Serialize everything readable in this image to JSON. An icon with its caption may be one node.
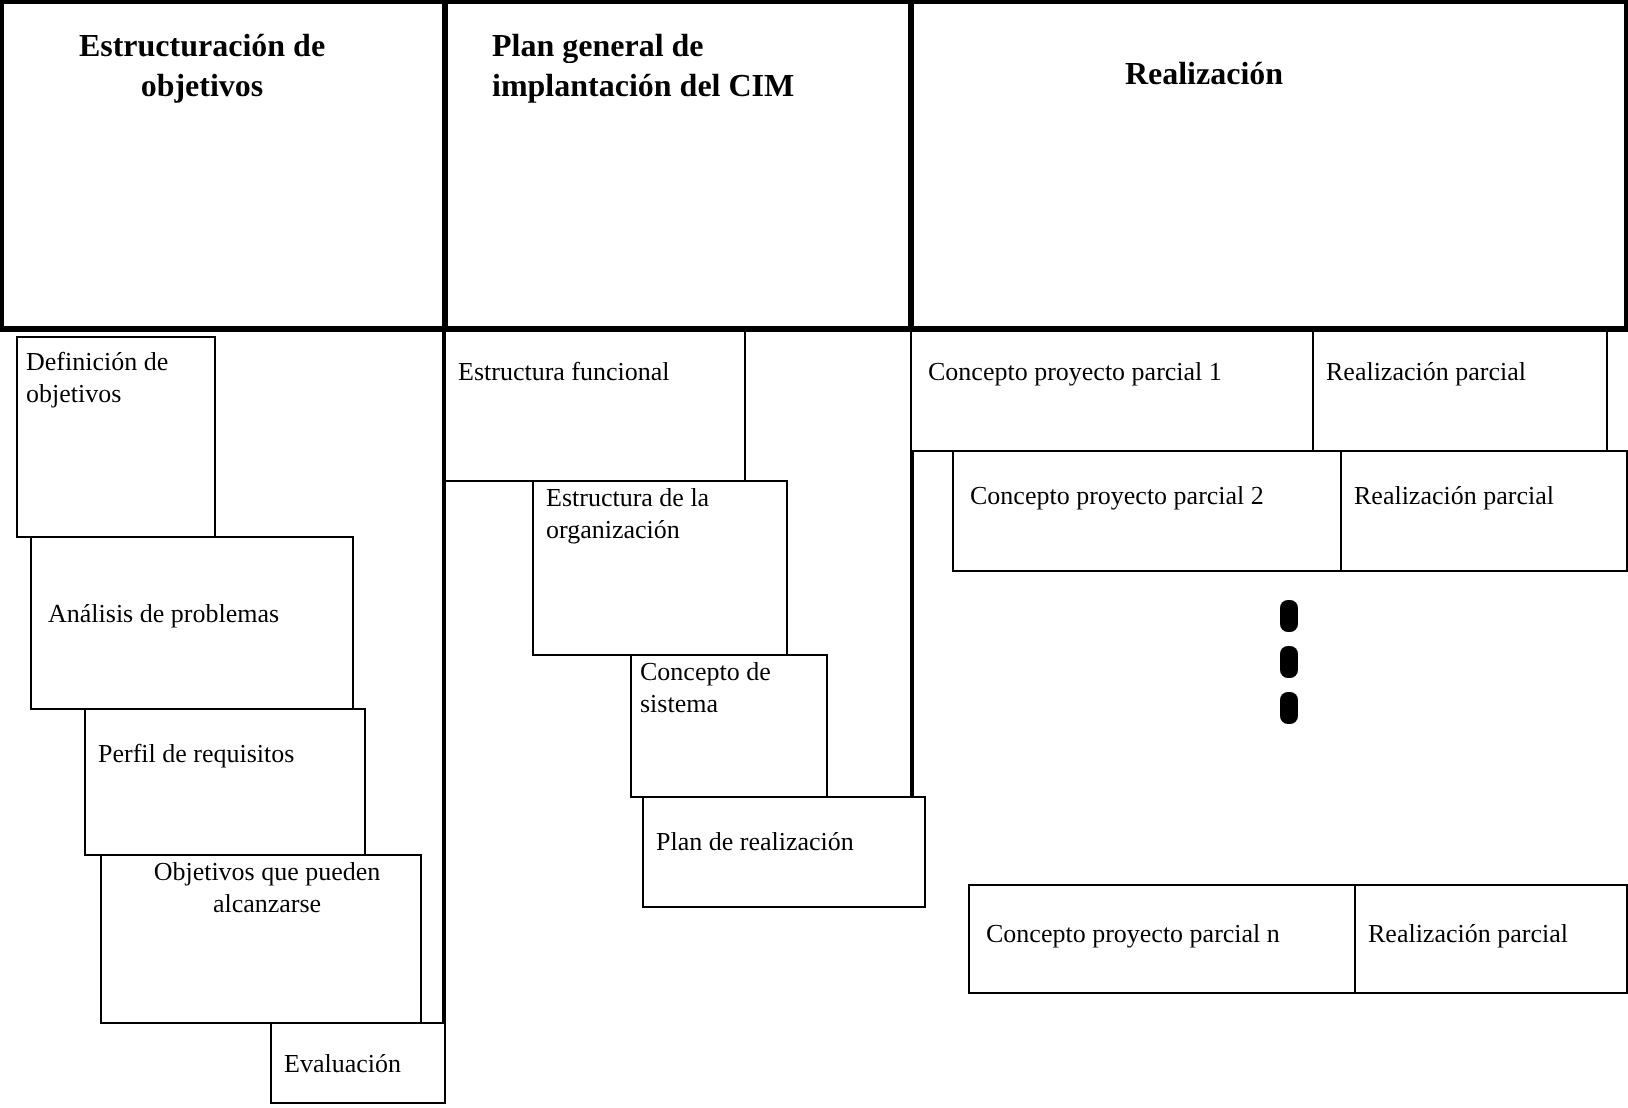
{
  "diagram": {
    "nodes": [
      {
        "text": [
          "Estructuración de objetivos"
        ]
      },
      {
        "text": [
          "Plan general de implantación del CIM"
        ]
      },
      {
        "text": [
          "Realización"
        ]
      },
      {
        "text": [
          "Definición de objetivos"
        ]
      },
      {
        "text": [
          "Análisis de problemas"
        ]
      },
      {
        "text": [
          "Perfil de requisitos"
        ]
      },
      {
        "text": [
          "Objetivos que pueden alcanzarse"
        ]
      },
      {
        "text": [
          "Evaluación"
        ]
      },
      {
        "text": [
          "Estructura funcional"
        ]
      },
      {
        "text": [
          "Estructura de la organización"
        ]
      },
      {
        "text": [
          "Concepto de sistema"
        ]
      },
      {
        "text": [
          "Plan de realización"
        ]
      },
      {
        "text": [
          "Concepto proyecto parcial 1"
        ]
      },
      {
        "text": [
          "Realización parcial"
        ]
      },
      {
        "text": [
          "Concepto proyecto parcial 2"
        ]
      },
      {
        "text": [
          "Realización parcial"
        ]
      },
      {
        "text": [
          "Concepto proyecto parcial n"
        ]
      },
      {
        "text": [
          "Realización parcial"
        ]
      }
    ]
  }
}
